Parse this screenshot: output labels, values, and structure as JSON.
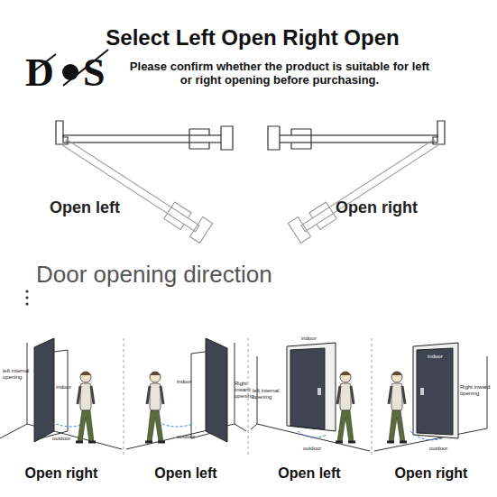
{
  "diagram": {
    "title": "Select Left Open Right Open",
    "labels": [
      "D",
      "S",
      "Please confirm whether the product is suitable for left or right opening before purchasing.",
      "Open left",
      "Open right",
      "Door opening direction",
      "left internal opening",
      "indoor",
      "outdoor",
      "Open right",
      "indoor",
      "Right inward opening",
      "outdoor",
      "Open left",
      "left internal opening",
      "indoor",
      "outdoor",
      "Open left",
      "indoor",
      "Right inward opening",
      "outdoor",
      "Open right"
    ]
  }
}
